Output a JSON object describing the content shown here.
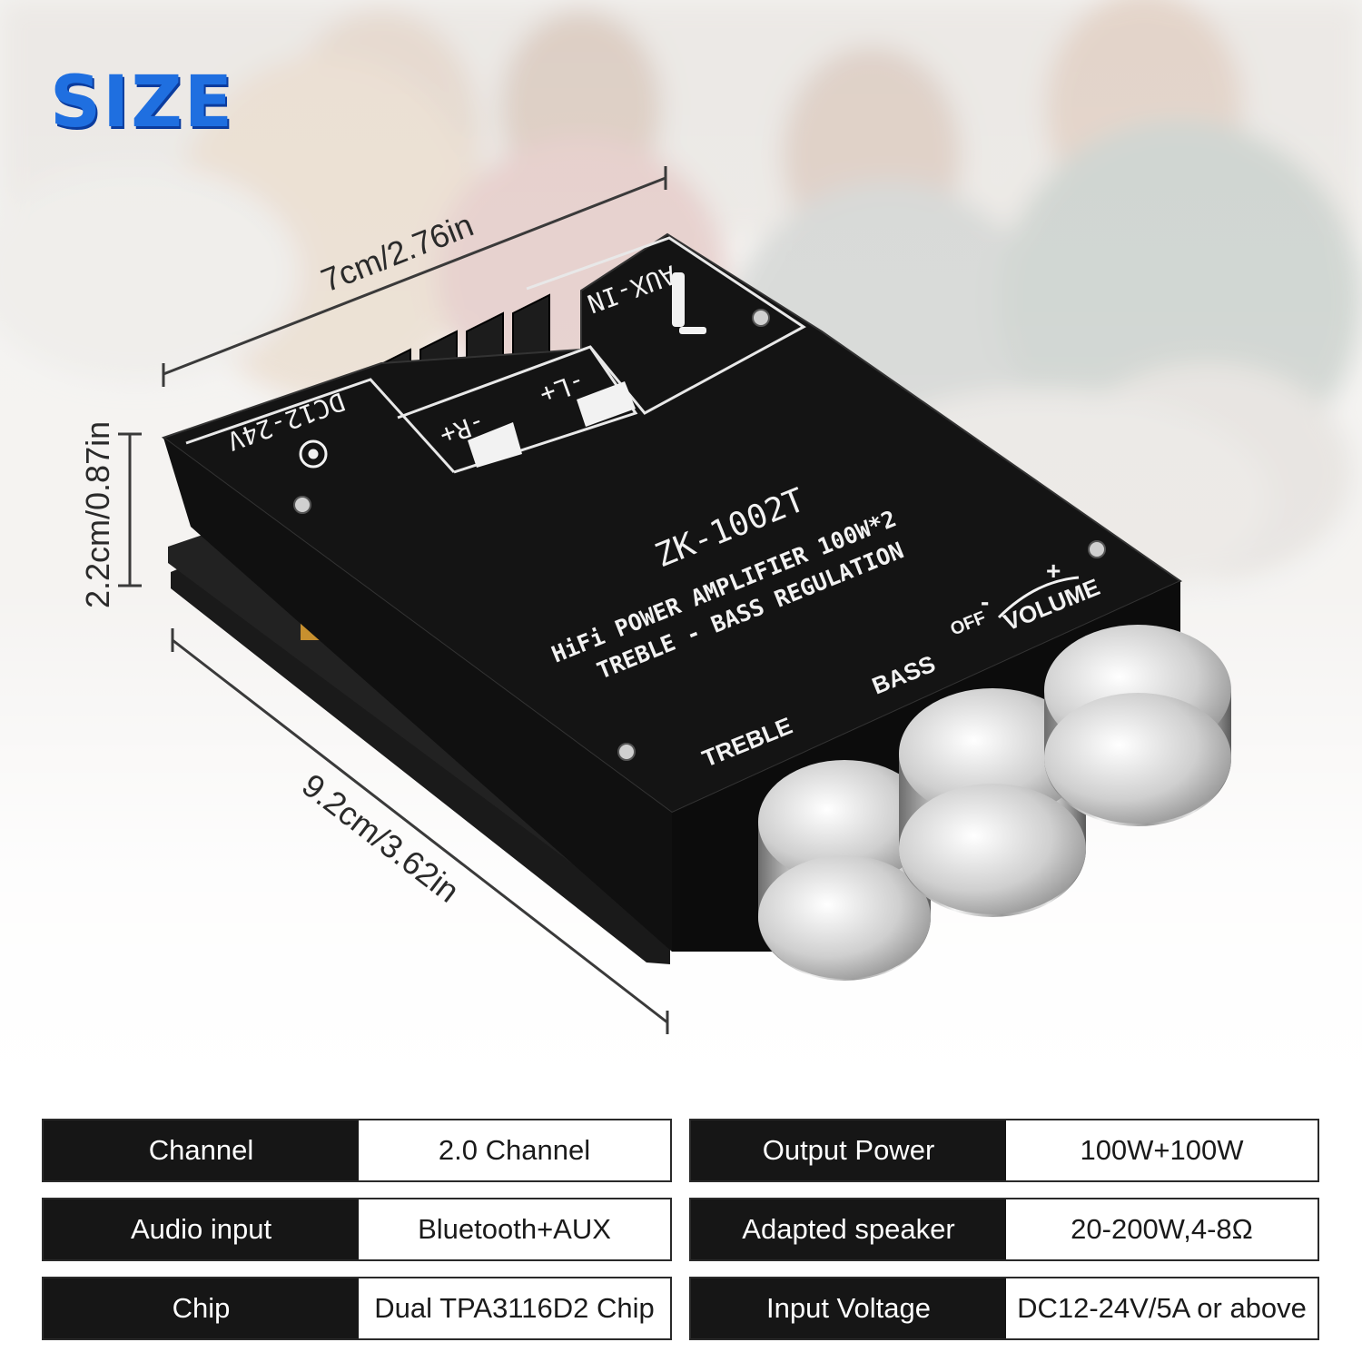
{
  "header": {
    "title": "SIZE"
  },
  "dimensions": {
    "width": "7cm/2.76in",
    "height": "2.2cm/0.87in",
    "length": "9.2cm/3.62in"
  },
  "board": {
    "model": "ZK-1002T",
    "line1": "HiFi POWER AMPLIFIER 100W*2",
    "line2": "TREBLE - BASS  REGULATION",
    "aux_label": "AUX-IN",
    "dc_label": "DC12-24V",
    "right_channel": "-R+",
    "left_channel": "-L+",
    "knobs": {
      "treble": "TREBLE",
      "bass": "BASS",
      "volume": "VOLUME"
    },
    "volume_off": "OFF",
    "volume_minus": "-",
    "volume_plus": "+"
  },
  "specs": {
    "left": [
      {
        "key": "Channel",
        "value": "2.0 Channel"
      },
      {
        "key": "Audio input",
        "value": "Bluetooth+AUX"
      },
      {
        "key": "Chip",
        "value": "Dual TPA3116D2 Chip"
      }
    ],
    "right": [
      {
        "key": "Output Power",
        "value": "100W+100W"
      },
      {
        "key": "Adapted speaker",
        "value": "20-200W,4-8Ω"
      },
      {
        "key": "Input Voltage",
        "value": "DC12-24V/5A or above"
      }
    ]
  },
  "colors": {
    "title_blue": "#1f6fe0",
    "board_black": "#141414",
    "table_header": "#161616"
  }
}
